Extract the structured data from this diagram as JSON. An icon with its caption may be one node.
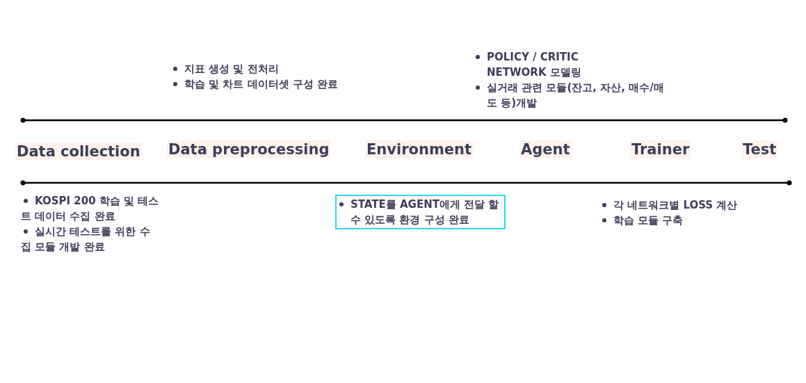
{
  "diagram": {
    "nodes": [
      {
        "text": [
          "Data collection"
        ]
      },
      {
        "text": [
          "Data preprocessing"
        ]
      },
      {
        "text": [
          "Environment"
        ]
      },
      {
        "text": [
          "Agent"
        ]
      },
      {
        "text": [
          "Trainer"
        ]
      },
      {
        "text": [
          "Test"
        ]
      },
      {
        "text": [
          "STATE를 AGENT에게 전달 할 수 있도록 환경 구성 완료"
        ]
      }
    ],
    "edges": [],
    "labels": [
      "지표 생성 및 전처리",
      "학습 및 차트 데이터셋 구성 완료",
      "POLICY / CRITIC NETWORK 모델링",
      "실거래 관련 모듈(잔고, 자산, 매수/매도 등)개발",
      "KOSPI 200 학습 및 테스트 데이터 수집 완료",
      "실시간 테스트를 위한 수집 모듈 개발 완료",
      "각 네트워크별 LOSS 계산",
      "학습 모듈 구축"
    ]
  }
}
